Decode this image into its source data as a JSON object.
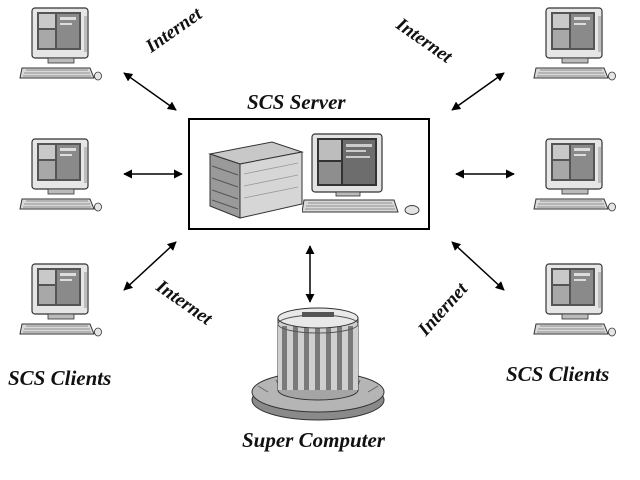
{
  "labels": {
    "server": "SCS Server",
    "clients_left": "SCS Clients",
    "clients_right": "SCS Clients",
    "super_computer": "Super Computer",
    "internet": [
      "Internet",
      "Internet",
      "Internet",
      "Internet"
    ]
  },
  "icons": {
    "client_computer": "desktop-computer-icon",
    "server_tower": "server-tower-icon",
    "workstation": "workstation-icon",
    "supercomputer": "cray-supercomputer-icon"
  },
  "colors": {
    "line": "#000000",
    "background": "#ffffff"
  }
}
